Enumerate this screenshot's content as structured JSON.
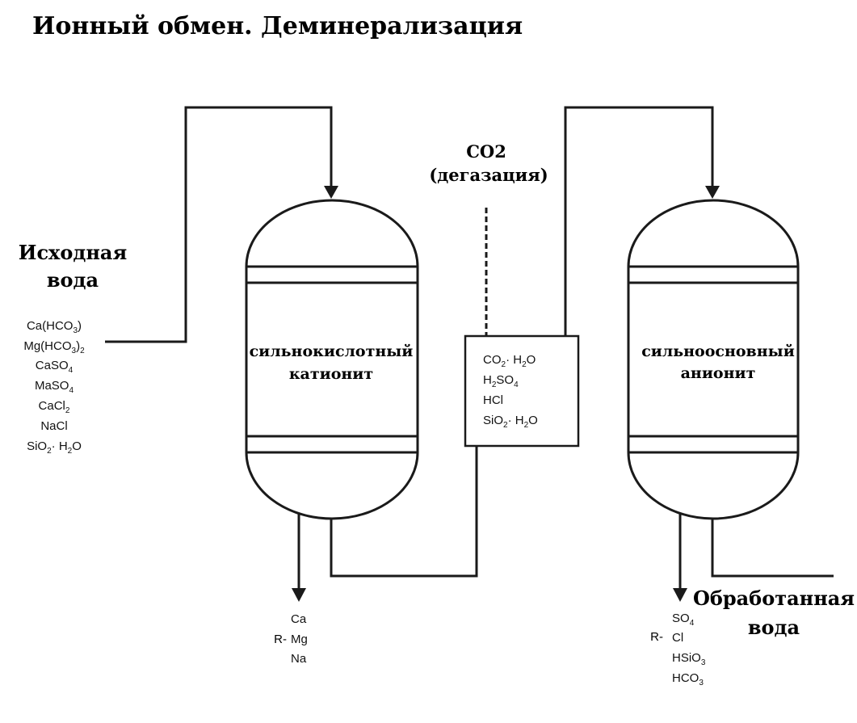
{
  "title": "Ионный обмен. Деминерализация",
  "source_water_label": [
    "Исходная",
    "вода"
  ],
  "treated_water_label": [
    "Обработанная",
    "вода"
  ],
  "degassing_label": [
    "CO2",
    "(дегазация)"
  ],
  "vessel1_label": [
    "сильнокислотный",
    "катионит"
  ],
  "vessel2_label": [
    "сильноосновный",
    "анионит"
  ],
  "source_water_ions": [
    {
      "base": "Ca(HCO",
      "sub": "3",
      "post": ")",
      "sub2": ""
    },
    {
      "base": "Mg(HCO",
      "sub": "3",
      "post": ")",
      "sub2": "2"
    },
    {
      "base": "CaSO",
      "sub": "4",
      "post": "",
      "sub2": ""
    },
    {
      "base": "MaSO",
      "sub": "4",
      "post": "",
      "sub2": ""
    },
    {
      "base": "CaCl",
      "sub": "2",
      "post": "",
      "sub2": ""
    },
    {
      "base": "NaCl",
      "sub": "",
      "post": "",
      "sub2": ""
    },
    {
      "base": "SiO",
      "sub": "2",
      "post": "· H",
      "sub2": "2",
      "tail": "O"
    }
  ],
  "middle_ions": [
    {
      "parts": [
        [
          "CO",
          ""
        ],
        [
          "2",
          "sub"
        ],
        [
          "· H",
          ""
        ],
        [
          "2",
          "sub"
        ],
        [
          "O",
          ""
        ]
      ]
    },
    {
      "parts": [
        [
          "H",
          ""
        ],
        [
          "2",
          "sub"
        ],
        [
          "SO",
          ""
        ],
        [
          "4",
          "sub"
        ]
      ]
    },
    {
      "parts": [
        [
          "HCl",
          ""
        ]
      ]
    },
    {
      "parts": [
        [
          "SiO",
          ""
        ],
        [
          "2",
          "sub"
        ],
        [
          "· H",
          ""
        ],
        [
          "2",
          "sub"
        ],
        [
          "O",
          ""
        ]
      ]
    }
  ],
  "cation_waste": {
    "prefix": "R-",
    "items": [
      "Ca",
      "Mg",
      "Na"
    ]
  },
  "anion_waste": {
    "prefix": "R-",
    "items": [
      {
        "parts": [
          [
            "SO",
            ""
          ],
          [
            "4",
            "sub"
          ]
        ]
      },
      {
        "parts": [
          [
            "Cl",
            ""
          ]
        ]
      },
      {
        "parts": [
          [
            "HSiO",
            ""
          ],
          [
            "3",
            "sub"
          ]
        ]
      },
      {
        "parts": [
          [
            "HCO",
            ""
          ],
          [
            "3",
            "sub"
          ]
        ]
      }
    ]
  }
}
